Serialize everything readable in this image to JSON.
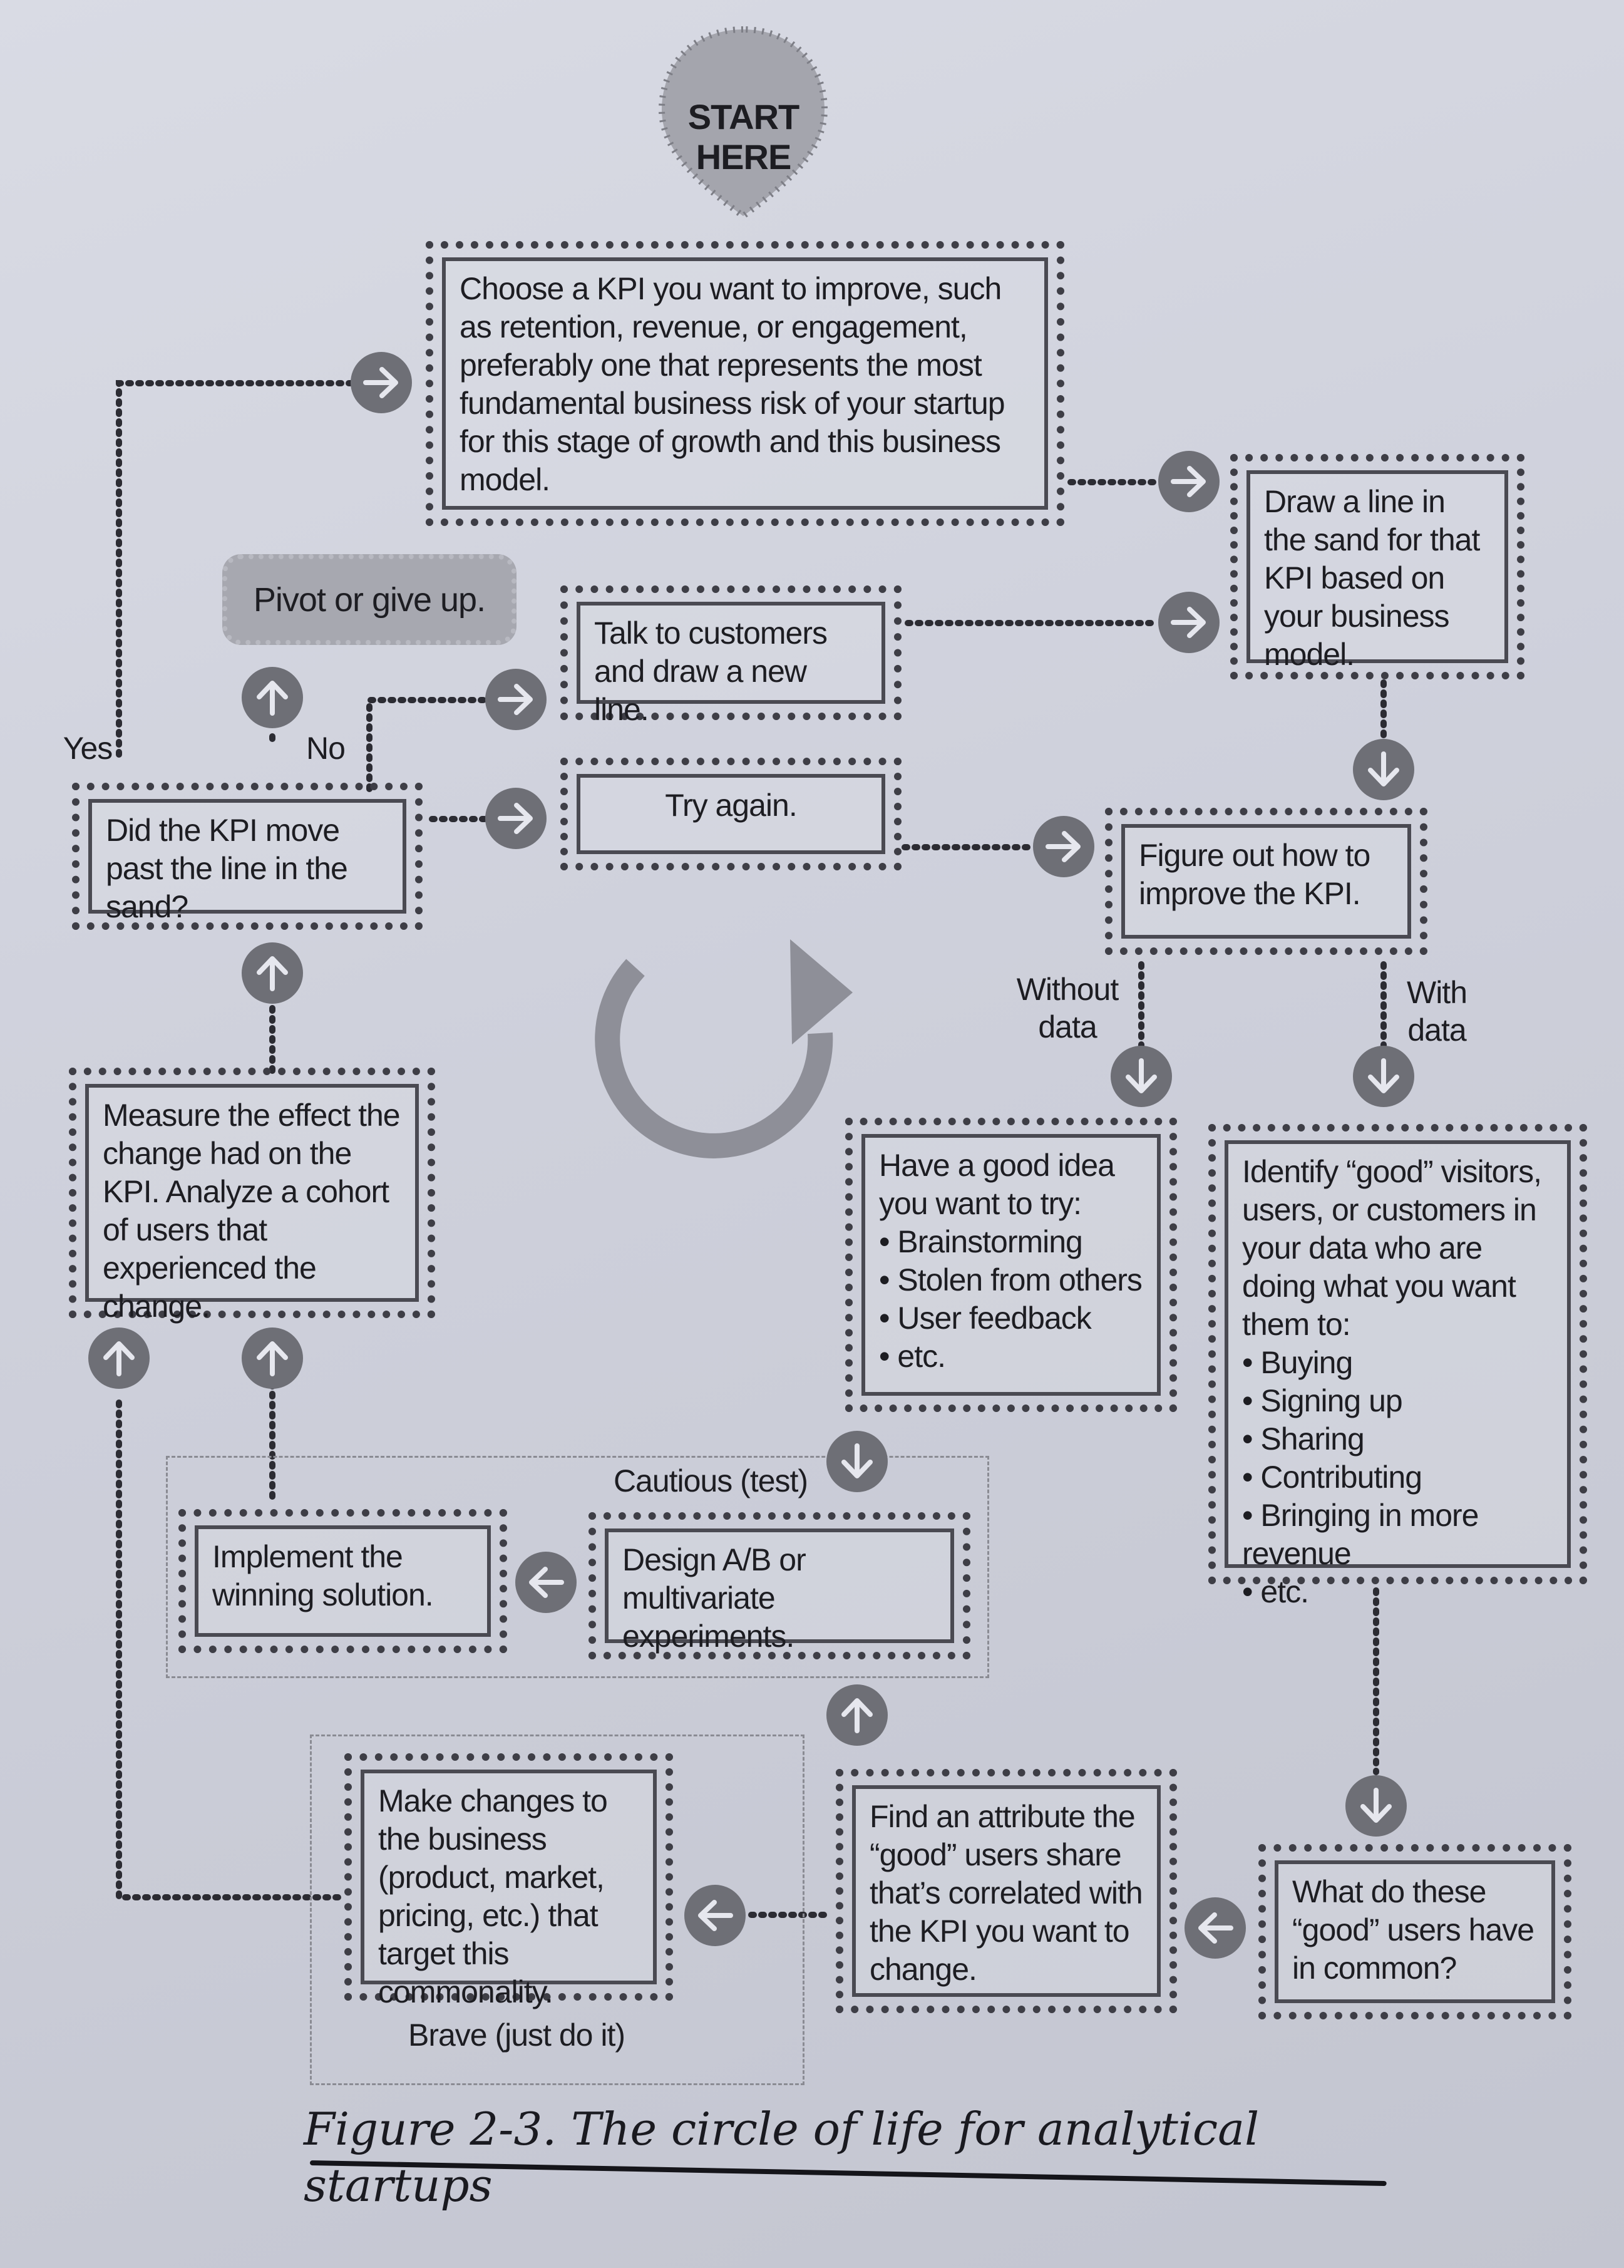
{
  "start": {
    "line1": "START",
    "line2": "HERE"
  },
  "nodes": {
    "choose_kpi": "Choose a KPI you want to improve, such as retention, revenue, or engagement, preferably one that represents the most fundamental business risk of your startup for this stage of growth and this business model.",
    "draw_line": "Draw a line in the sand for that KPI based on your business model.",
    "pivot": "Pivot or give up.",
    "talk_customers": "Talk to customers and draw a new line.",
    "try_again": "Try again.",
    "kpi_moved": "Did the KPI move past the line in the sand?",
    "figure_out": "Figure out how to improve the KPI.",
    "measure": "Measure the effect the change had on the KPI. Analyze a cohort of users that experienced the change.",
    "good_idea": {
      "title": "Have a good idea you want to try:",
      "items": [
        "Brainstorming",
        "Stolen from others",
        "User feedback",
        "etc."
      ]
    },
    "identify_good": {
      "title": "Identify “good” visitors, users, or customers in your data who are doing what you want them to:",
      "items": [
        "Buying",
        "Signing up",
        "Sharing",
        "Contributing",
        "Bringing in more revenue",
        "etc."
      ]
    },
    "implement": "Implement the winning solution.",
    "design_ab": "Design A/B or multivariate experiments.",
    "make_changes": "Make changes to the business (product, market, pricing, etc.) that target this commonality.",
    "find_attribute": "Find an attribute the “good” users share that’s correlated with the KPI you want to change.",
    "in_common": "What do these “good” users have in common?"
  },
  "labels": {
    "yes": "Yes",
    "no": "No",
    "without_data_1": "Without",
    "without_data_2": "data",
    "with_data_1": "With",
    "with_data_2": "data",
    "cautious": "Cautious (test)",
    "brave": "Brave (just do it)"
  },
  "caption": "Figure 2-3. The circle of life for analytical startups",
  "colors": {
    "page": "#cfd1dc",
    "ink": "#1d1d22",
    "arrow_badge": "#6e6f76",
    "pivot_fill": "#a7a8b0"
  },
  "icons": [
    "arrow-right-icon",
    "arrow-left-icon",
    "arrow-up-icon",
    "arrow-down-icon",
    "cycle-icon",
    "location-pin-icon"
  ]
}
